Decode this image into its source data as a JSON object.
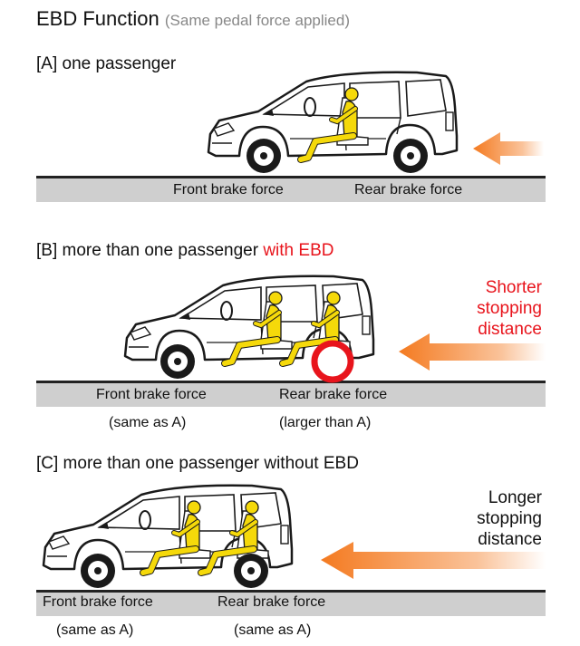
{
  "title": {
    "main": "EBD Function",
    "sub": "(Same pedal force applied)"
  },
  "labels": {
    "front": "Front brake force",
    "rear": "Rear brake force",
    "same_as_a": "(same as A)",
    "larger_than_a": "(larger than A)"
  },
  "section_a": {
    "label": "[A] one passenger"
  },
  "section_b": {
    "label": "[B] more than one passenger",
    "label_red": "with EBD",
    "side_lines": [
      "Shorter",
      "stopping",
      "distance"
    ]
  },
  "section_c": {
    "label": "[C] more than one passenger without EBD",
    "side_lines": [
      "Longer",
      "stopping",
      "distance"
    ]
  },
  "colors": {
    "accent_red": "#e8141c",
    "arrow_orange": "#f47a20",
    "passenger_yellow": "#f5d90a",
    "road_gray": "#cfcfcf"
  }
}
